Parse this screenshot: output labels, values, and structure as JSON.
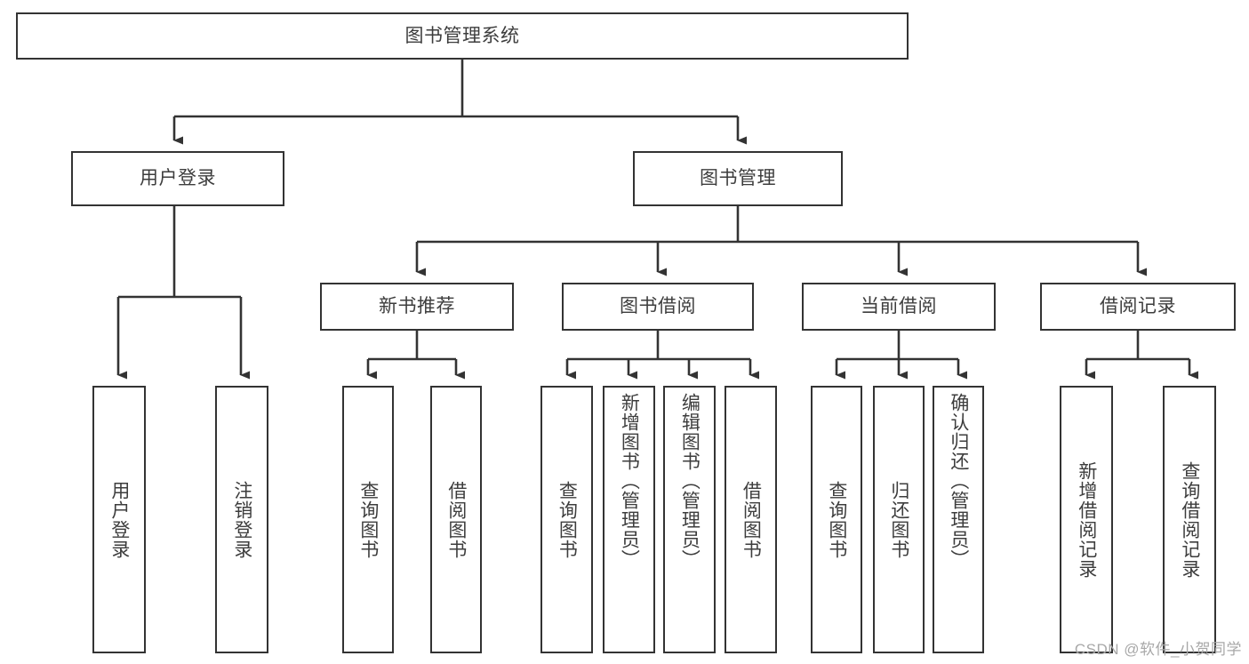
{
  "diagram": {
    "title": "图书管理系统",
    "type": "hierarchy-tree",
    "watermark": "CSDN @软件_小贺同学",
    "colors": {
      "box_border": "#333333",
      "box_fill": "#ffffff",
      "text": "#3d3d3d",
      "connector": "#333333",
      "watermark": "#a8a8a8",
      "background": "#ffffff"
    },
    "root": {
      "label": "图书管理系统"
    },
    "level2": [
      {
        "label": "用户登录"
      },
      {
        "label": "图书管理"
      }
    ],
    "level3": [
      {
        "label": "新书推荐"
      },
      {
        "label": "图书借阅"
      },
      {
        "label": "当前借阅"
      },
      {
        "label": "借阅记录"
      }
    ],
    "leaves": {
      "user_login": [
        {
          "label": "用户登录"
        },
        {
          "label": "注销登录"
        }
      ],
      "new_book_recommend": [
        {
          "label": "查询图书"
        },
        {
          "label": "借阅图书"
        }
      ],
      "book_borrow": [
        {
          "label": "查询图书"
        },
        {
          "label": "新增图书（管理员）"
        },
        {
          "label": "编辑图书（管理员）"
        },
        {
          "label": "借阅图书"
        }
      ],
      "current_borrow": [
        {
          "label": "查询图书"
        },
        {
          "label": "归还图书"
        },
        {
          "label": "确认归还（管理员）"
        }
      ],
      "borrow_record": [
        {
          "label": "新增借阅记录"
        },
        {
          "label": "查询借阅记录"
        }
      ]
    }
  }
}
